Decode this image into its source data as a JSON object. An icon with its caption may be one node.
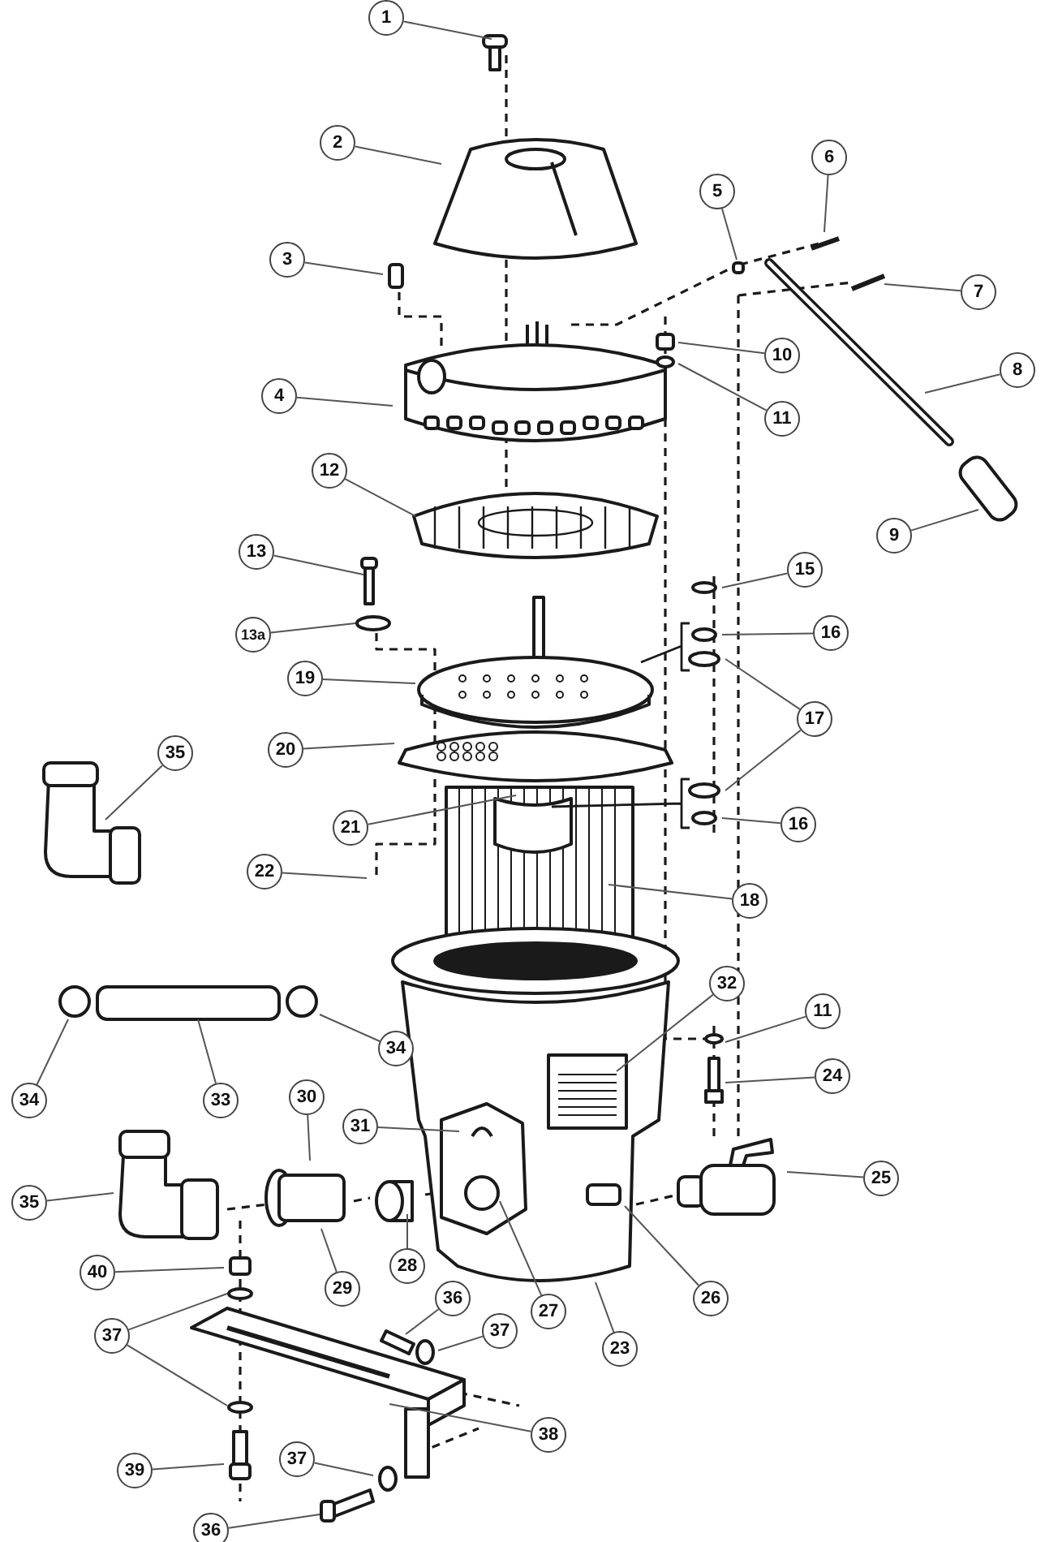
{
  "diagram": {
    "nodes": [
      {
        "text": [
          "1"
        ]
      },
      {
        "text": [
          "2"
        ]
      },
      {
        "text": [
          "6"
        ]
      },
      {
        "text": [
          "5"
        ]
      },
      {
        "text": [
          "3"
        ]
      },
      {
        "text": [
          "7"
        ]
      },
      {
        "text": [
          "10"
        ]
      },
      {
        "text": [
          "8"
        ]
      },
      {
        "text": [
          "4"
        ]
      },
      {
        "text": [
          "11"
        ]
      },
      {
        "text": [
          "12"
        ]
      },
      {
        "text": [
          "9"
        ]
      },
      {
        "text": [
          "13"
        ]
      },
      {
        "text": [
          "15"
        ]
      },
      {
        "text": [
          "16"
        ]
      },
      {
        "text": [
          "13a"
        ]
      },
      {
        "text": [
          "19"
        ]
      },
      {
        "text": [
          "17"
        ]
      },
      {
        "text": [
          "20"
        ]
      },
      {
        "text": [
          "35"
        ]
      },
      {
        "text": [
          "16"
        ]
      },
      {
        "text": [
          "21"
        ]
      },
      {
        "text": [
          "22"
        ]
      },
      {
        "text": [
          "18"
        ]
      },
      {
        "text": [
          "32"
        ]
      },
      {
        "text": [
          "11"
        ]
      },
      {
        "text": [
          "34"
        ]
      },
      {
        "text": [
          "24"
        ]
      },
      {
        "text": [
          "34"
        ]
      },
      {
        "text": [
          "33"
        ]
      },
      {
        "text": [
          "30"
        ]
      },
      {
        "text": [
          "31"
        ]
      },
      {
        "text": [
          "25"
        ]
      },
      {
        "text": [
          "35"
        ]
      },
      {
        "text": [
          "28"
        ]
      },
      {
        "text": [
          "40"
        ]
      },
      {
        "text": [
          "29"
        ]
      },
      {
        "text": [
          "36"
        ]
      },
      {
        "text": [
          "26"
        ]
      },
      {
        "text": [
          "27"
        ]
      },
      {
        "text": [
          "37"
        ]
      },
      {
        "text": [
          "37"
        ]
      },
      {
        "text": [
          "23"
        ]
      },
      {
        "text": [
          "38"
        ]
      },
      {
        "text": [
          "37"
        ]
      },
      {
        "text": [
          "39"
        ]
      },
      {
        "text": [
          "36"
        ]
      }
    ],
    "edges": [
      {
        "from": 0,
        "to": null,
        "arrow": "none"
      },
      {
        "from": 1,
        "to": null,
        "arrow": "none"
      },
      {
        "from": 2,
        "to": null,
        "arrow": "none"
      },
      {
        "from": 3,
        "to": null,
        "arrow": "none"
      },
      {
        "from": 4,
        "to": null,
        "arrow": "none"
      },
      {
        "from": 5,
        "to": null,
        "arrow": "none"
      },
      {
        "from": 6,
        "to": null,
        "arrow": "none"
      },
      {
        "from": 7,
        "to": null,
        "arrow": "none"
      },
      {
        "from": 8,
        "to": null,
        "arrow": "none"
      },
      {
        "from": 9,
        "to": null,
        "arrow": "none"
      },
      {
        "from": 10,
        "to": null,
        "arrow": "none"
      },
      {
        "from": 11,
        "to": null,
        "arrow": "none"
      },
      {
        "from": 12,
        "to": null,
        "arrow": "none"
      },
      {
        "from": 13,
        "to": null,
        "arrow": "none"
      },
      {
        "from": 14,
        "to": null,
        "arrow": "none"
      },
      {
        "from": 15,
        "to": null,
        "arrow": "none"
      },
      {
        "from": 16,
        "to": null,
        "arrow": "none"
      },
      {
        "from": 17,
        "to": null,
        "arrow": "none"
      },
      {
        "from": 17,
        "to": null,
        "arrow": "none"
      },
      {
        "from": 18,
        "to": null,
        "arrow": "none"
      },
      {
        "from": 19,
        "to": null,
        "arrow": "none"
      },
      {
        "from": 20,
        "to": null,
        "arrow": "none"
      },
      {
        "from": 21,
        "to": null,
        "arrow": "none"
      },
      {
        "from": 22,
        "to": null,
        "arrow": "none"
      },
      {
        "from": 23,
        "to": null,
        "arrow": "none"
      },
      {
        "from": 24,
        "to": null,
        "arrow": "none"
      },
      {
        "from": 25,
        "to": null,
        "arrow": "none"
      },
      {
        "from": 26,
        "to": null,
        "arrow": "none"
      },
      {
        "from": 27,
        "to": null,
        "arrow": "none"
      },
      {
        "from": 28,
        "to": null,
        "arrow": "none"
      },
      {
        "from": 29,
        "to": null,
        "arrow": "none"
      },
      {
        "from": 30,
        "to": null,
        "arrow": "none"
      },
      {
        "from": 31,
        "to": null,
        "arrow": "none"
      },
      {
        "from": 32,
        "to": null,
        "arrow": "none"
      },
      {
        "from": 33,
        "to": null,
        "arrow": "none"
      },
      {
        "from": 34,
        "to": null,
        "arrow": "none"
      },
      {
        "from": 35,
        "to": null,
        "arrow": "none"
      },
      {
        "from": 36,
        "to": null,
        "arrow": "none"
      },
      {
        "from": 37,
        "to": null,
        "arrow": "none"
      },
      {
        "from": 38,
        "to": null,
        "arrow": "none"
      },
      {
        "from": 39,
        "to": null,
        "arrow": "none"
      },
      {
        "from": 40,
        "to": null,
        "arrow": "none"
      },
      {
        "from": 40,
        "to": null,
        "arrow": "none"
      },
      {
        "from": 41,
        "to": null,
        "arrow": "none"
      },
      {
        "from": 42,
        "to": null,
        "arrow": "none"
      },
      {
        "from": 43,
        "to": null,
        "arrow": "none"
      },
      {
        "from": 44,
        "to": null,
        "arrow": "none"
      },
      {
        "from": 45,
        "to": null,
        "arrow": "none"
      },
      {
        "from": 46,
        "to": null,
        "arrow": "none"
      }
    ]
  }
}
